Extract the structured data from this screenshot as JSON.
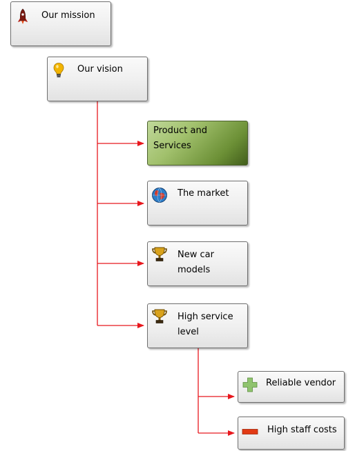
{
  "nodes": {
    "mission": {
      "label": "Our mission",
      "icon": "rocket-icon"
    },
    "vision": {
      "label": "Our vision",
      "icon": "lightbulb-icon"
    },
    "product_services": {
      "label_line1": "Product and",
      "label_line2": "Services"
    },
    "market": {
      "label": "The market",
      "icon": "globe-icon"
    },
    "new_car_models": {
      "label_line1": "New car",
      "label_line2": "models",
      "icon": "trophy-icon"
    },
    "high_service_level": {
      "label_line1": "High service",
      "label_line2": "level",
      "icon": "trophy-icon"
    },
    "reliable_vendor": {
      "label": "Reliable vendor",
      "icon": "plus-icon"
    },
    "high_staff_costs": {
      "label": "High staff costs",
      "icon": "minus-icon"
    }
  },
  "colors": {
    "connector": "#e8171d",
    "selected_node": "#8fb05a",
    "node_border": "#6e6e6e"
  }
}
